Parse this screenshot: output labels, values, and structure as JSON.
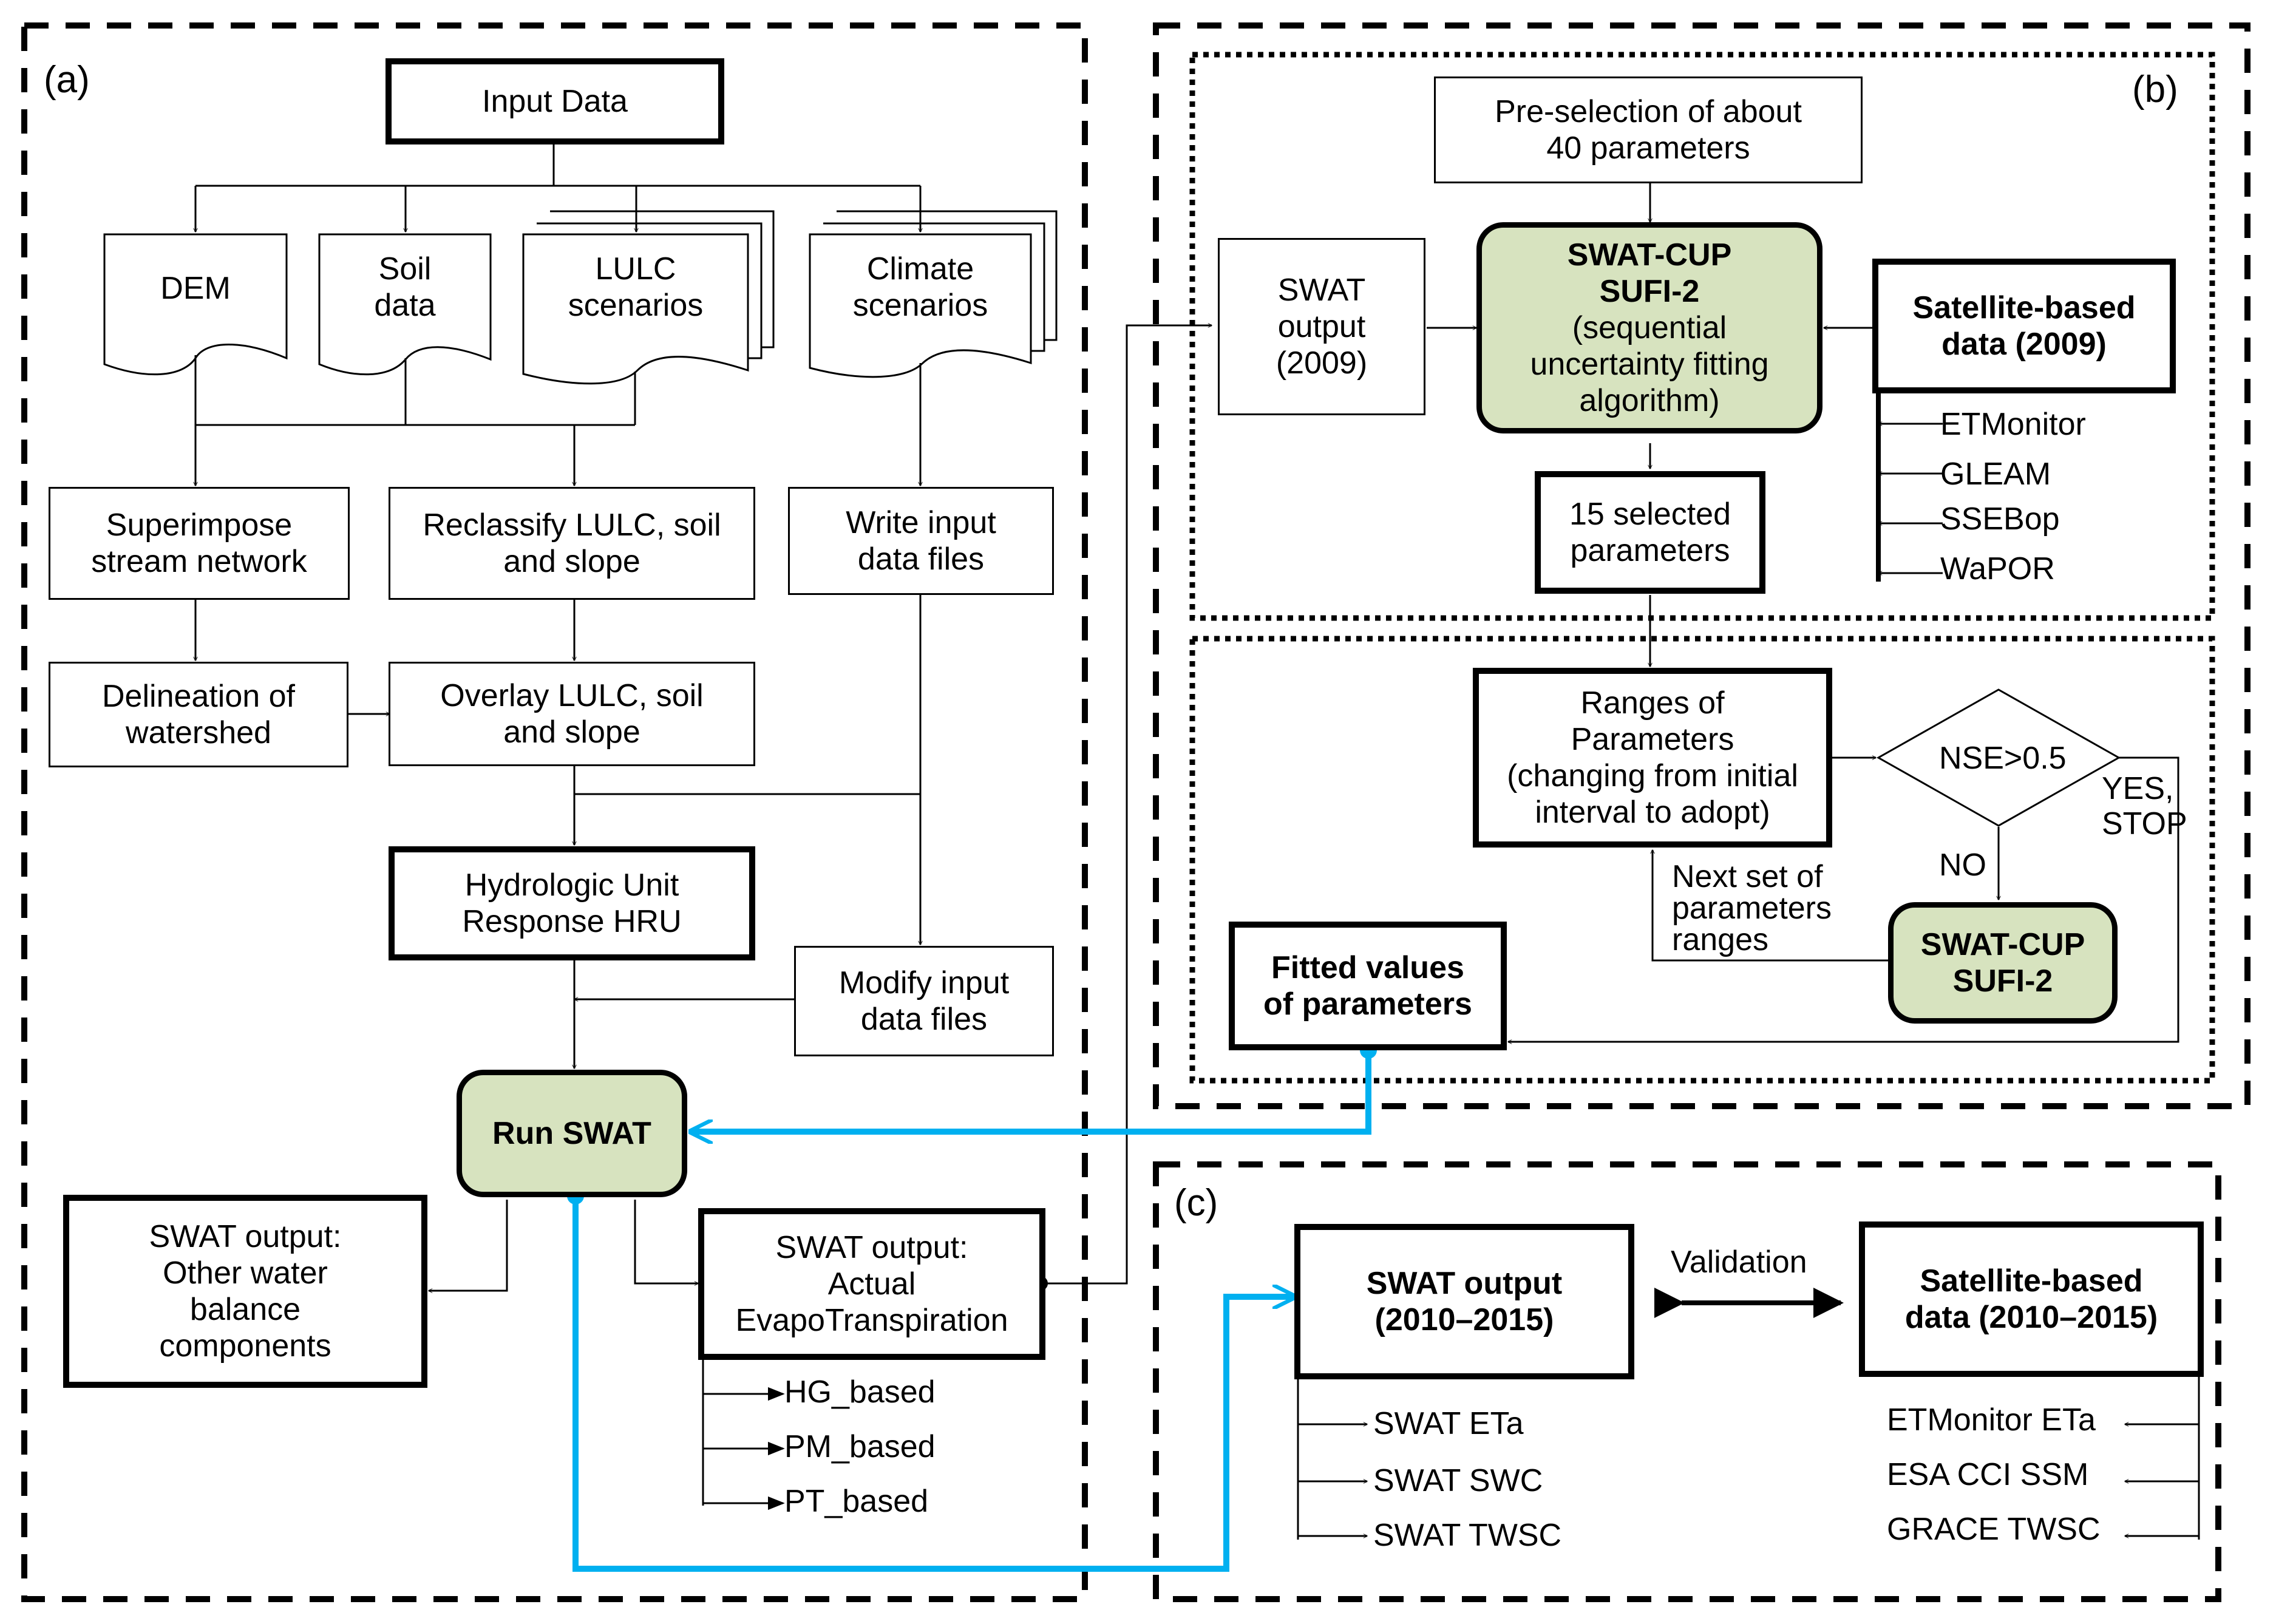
{
  "panels": {
    "a": "(a)",
    "b": "(b)",
    "c": "(c)"
  },
  "a": {
    "input": "Input Data",
    "dem": "DEM",
    "soil": "Soil\ndata",
    "lulc": "LULC\nscenarios",
    "climate": "Climate\nscenarios",
    "superimpose": "Superimpose\nstream network",
    "reclassify": "Reclassify LULC, soil\nand slope",
    "write": "Write input\ndata files",
    "delineation": "Delineation of\nwatershed",
    "overlay": "Overlay LULC, soil\nand slope",
    "hru": "Hydrologic Unit\nResponse HRU",
    "modify": "Modify input\ndata files",
    "run": "Run SWAT",
    "other": "SWAT output:\nOther water\nbalance\ncomponents",
    "et": "SWAT output:\nActual\nEvapoTranspiration",
    "et_methods": [
      "HG_based",
      "PM_based",
      "PT_based"
    ]
  },
  "b": {
    "preselect": "Pre-selection of about\n40 parameters",
    "swat_output": "SWAT\noutput\n(2009)",
    "swatcup_title": "SWAT-CUP\nSUFI-2",
    "swatcup_sub": "(sequential\nuncertainty fitting\nalgorithm)",
    "satellite": "Satellite-based\ndata (2009)",
    "satellite_products": [
      "ETMonitor",
      "GLEAM",
      "SSEBop",
      "WaPOR"
    ],
    "selected": "15 selected\nparameters",
    "ranges": "Ranges of\nParameters\n(changing from initial\ninterval to adopt)",
    "decision": "NSE>0.5",
    "yes": "YES,\nSTOP",
    "no": "NO",
    "next": "Next set of\nparameters\nranges",
    "swatcup2": "SWAT-CUP\nSUFI-2",
    "fitted": "Fitted values\nof parameters"
  },
  "c": {
    "swat_output": "SWAT output\n(2010–2015)",
    "validation": "Validation",
    "satellite": "Satellite-based\ndata (2010–2015)",
    "swat_items": [
      "SWAT ETa",
      "SWAT SWC",
      "SWAT TWSC"
    ],
    "sat_items": [
      "ETMonitor  ETa",
      "ESA CCI SSM",
      "GRACE TWSC"
    ]
  },
  "colors": {
    "line": "#000000",
    "blue": "#00b0f0",
    "green_fill": "#d7e3bf"
  }
}
